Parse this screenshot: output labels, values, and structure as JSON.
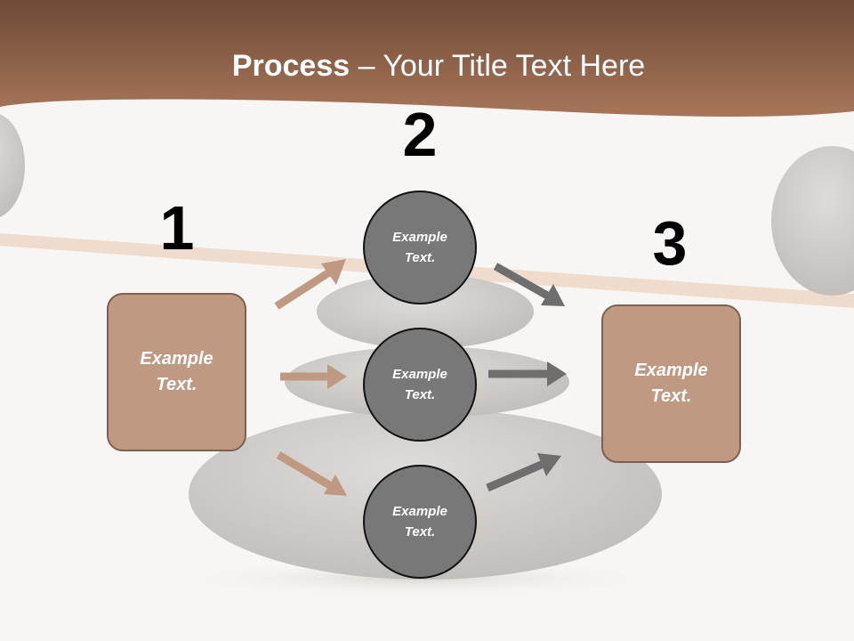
{
  "title": {
    "bold": "Process",
    "rest": " – Your Title Text Here"
  },
  "steps": [
    {
      "number": "1",
      "box_text": "Example Text."
    },
    {
      "number": "2",
      "circles": [
        "Example Text.",
        "Example Text.",
        "Example Text."
      ]
    },
    {
      "number": "3",
      "box_text": "Example Text."
    }
  ],
  "colors": {
    "header_band": "#8a5e45",
    "box_fill": "#c09982",
    "box_border": "#7d6050",
    "circle_fill": "#787878",
    "circle_border": "#111111",
    "arrow_left": "#c09982",
    "arrow_right": "#6e6e6e"
  }
}
